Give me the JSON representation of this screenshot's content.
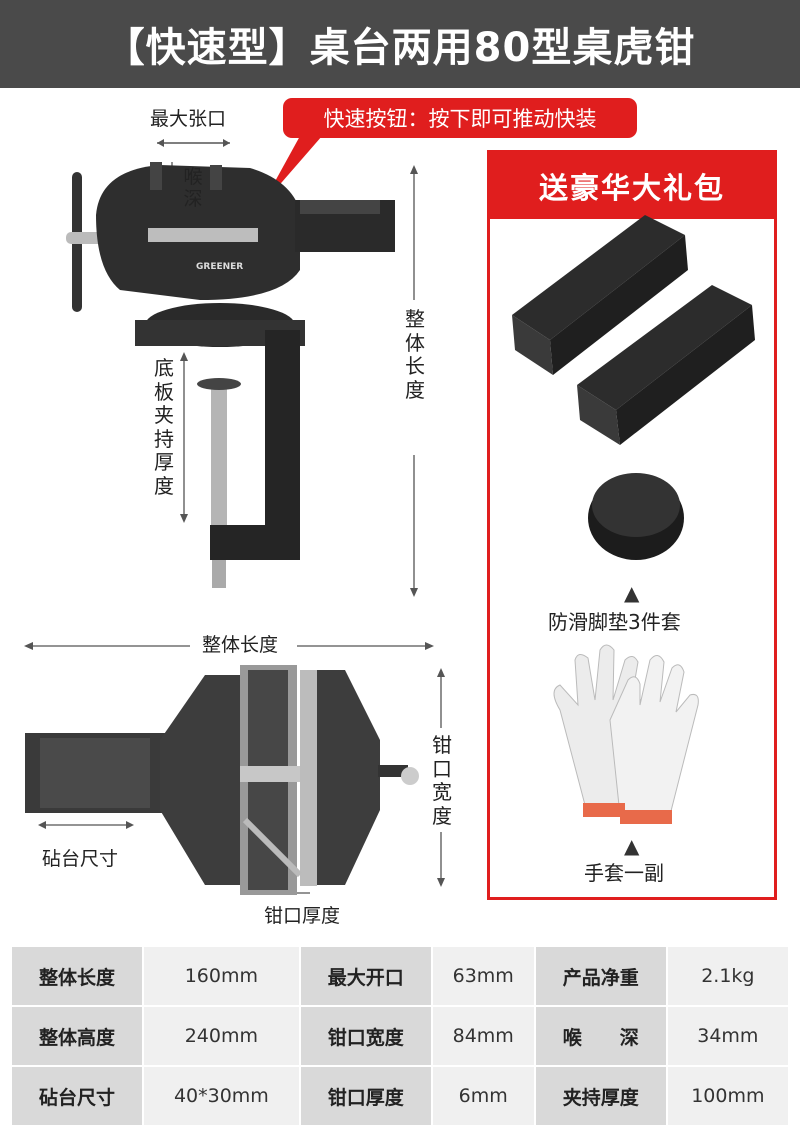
{
  "header": {
    "title": "【快速型】桌台两用80型桌虎钳"
  },
  "callout": {
    "text": "快速按钮：按下即可推动快装"
  },
  "diagram_top": {
    "max_opening": "最大张口",
    "throat_depth": "喉深",
    "overall_length": "整体长度",
    "clamp_thickness": "底板夹持厚度",
    "brand": "GREENER"
  },
  "diagram_bottom": {
    "overall_length": "整体长度",
    "jaw_width": "钳口宽度",
    "anvil_size": "砧台尺寸",
    "jaw_thickness": "钳口厚度"
  },
  "gift": {
    "title": "送豪华大礼包",
    "pads_label": "防滑脚垫3件套",
    "gloves_label": "手套一副",
    "arrow": "▲"
  },
  "specs": [
    [
      {
        "k": "整体长度",
        "v": "160mm"
      },
      {
        "k": "最大开口",
        "v": "63mm"
      },
      {
        "k": "产品净重",
        "v": "2.1kg"
      }
    ],
    [
      {
        "k": "整体高度",
        "v": "240mm"
      },
      {
        "k": "钳口宽度",
        "v": "84mm"
      },
      {
        "k": "喉　　深",
        "v": "34mm"
      }
    ],
    [
      {
        "k": "砧台尺寸",
        "v": "40*30mm"
      },
      {
        "k": "钳口厚度",
        "v": "6mm"
      },
      {
        "k": "夹持厚度",
        "v": "100mm"
      }
    ]
  ],
  "colors": {
    "accent_red": "#e01e1e",
    "header_bg": "#4a4a4a",
    "metal_dark": "#2b2b2b"
  }
}
